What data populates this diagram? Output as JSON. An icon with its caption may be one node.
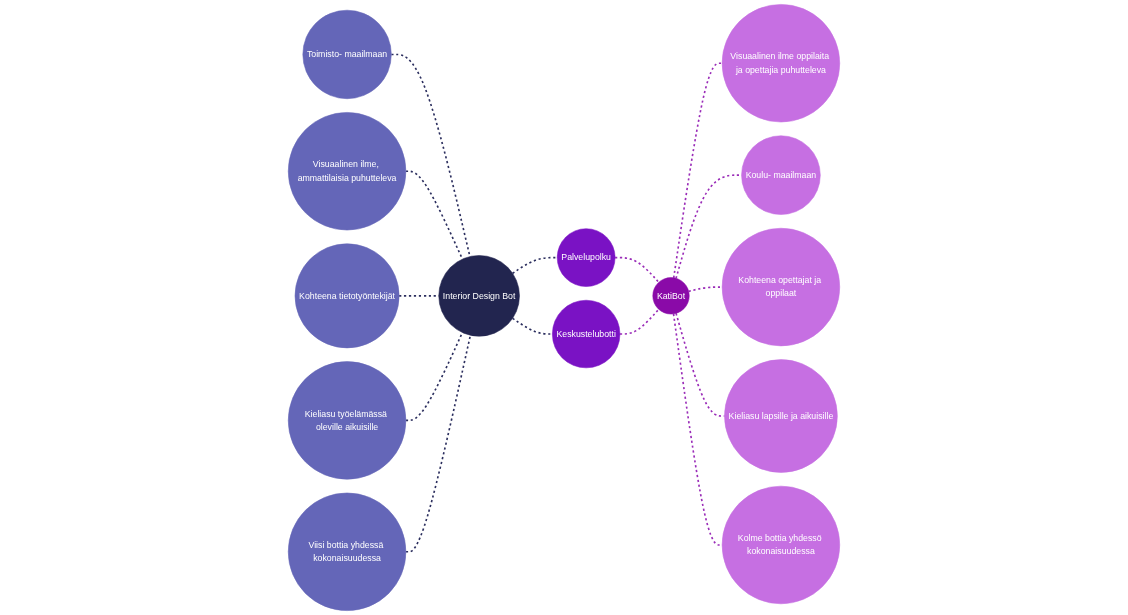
{
  "diagram": {
    "nodes": [
      {
        "text": [
          "Toimisto- maailmaan"
        ]
      },
      {
        "text": [
          "Visuaalinen ilme, ammattilaisia puhutteleva"
        ]
      },
      {
        "text": [
          "Kohteena tietotyöntekijät"
        ]
      },
      {
        "text": [
          "Kieliasu työelämässä oleville aikuisille"
        ]
      },
      {
        "text": [
          "Viisi bottia yhdessä kokonaisuudessa"
        ]
      },
      {
        "text": [
          "Interior Design Bot"
        ]
      },
      {
        "text": [
          "Palvelupolku"
        ]
      },
      {
        "text": [
          "Keskustelubotti"
        ]
      },
      {
        "text": [
          "Visuaalinen ilme oppilaita ja opettajia puhutteleva"
        ]
      },
      {
        "text": [
          "Koulu- maailmaan"
        ]
      },
      {
        "text": [
          "KatiBot"
        ]
      },
      {
        "text": [
          "Kohteena opettajat ja oppilaat"
        ]
      },
      {
        "text": [
          "Kieliasu lapsille ja aikuisille"
        ]
      },
      {
        "text": [
          "Kolme bottia yhdessö kokonaisuudessa"
        ]
      }
    ],
    "edges": [
      {
        "from": 0,
        "to": 5,
        "arrow": "none",
        "style": "dashed",
        "color": "#2b2e5e"
      },
      {
        "from": 1,
        "to": 5,
        "arrow": "none",
        "style": "dashed",
        "color": "#2b2e5e"
      },
      {
        "from": 2,
        "to": 5,
        "arrow": "none",
        "style": "dashed",
        "color": "#2b2e5e"
      },
      {
        "from": 3,
        "to": 5,
        "arrow": "none",
        "style": "dashed",
        "color": "#2b2e5e"
      },
      {
        "from": 4,
        "to": 5,
        "arrow": "none",
        "style": "dashed",
        "color": "#2b2e5e"
      },
      {
        "from": 5,
        "to": 6,
        "arrow": "none",
        "style": "dashed",
        "color": "#2b2e5e"
      },
      {
        "from": 5,
        "to": 7,
        "arrow": "none",
        "style": "dashed",
        "color": "#2b2e5e"
      },
      {
        "from": 6,
        "to": 10,
        "arrow": "none",
        "style": "dashed",
        "color": "#9a2cb8"
      },
      {
        "from": 7,
        "to": 10,
        "arrow": "none",
        "style": "dashed",
        "color": "#9a2cb8"
      },
      {
        "from": 10,
        "to": 8,
        "arrow": "none",
        "style": "dashed",
        "color": "#9a2cb8"
      },
      {
        "from": 10,
        "to": 9,
        "arrow": "none",
        "style": "dashed",
        "color": "#9a2cb8"
      },
      {
        "from": 10,
        "to": 11,
        "arrow": "none",
        "style": "dashed",
        "color": "#9a2cb8"
      },
      {
        "from": 10,
        "to": 12,
        "arrow": "none",
        "style": "dashed",
        "color": "#9a2cb8"
      },
      {
        "from": 10,
        "to": 13,
        "arrow": "none",
        "style": "dashed",
        "color": "#9a2cb8"
      }
    ]
  }
}
